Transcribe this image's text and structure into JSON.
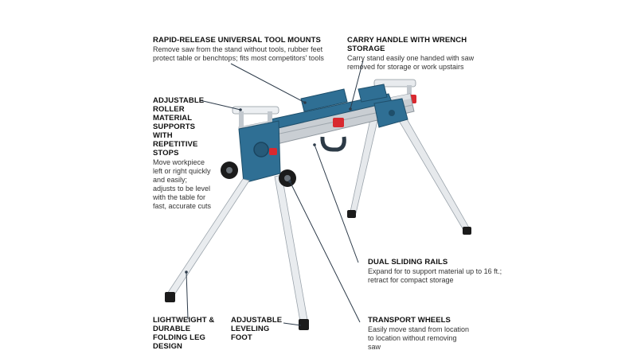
{
  "callouts": {
    "mounts": {
      "title": "RAPID-RELEASE UNIVERSAL TOOL MOUNTS",
      "body": "Remove saw from the stand without tools, rubber feet protect table or benchtops; fits most competitors' tools"
    },
    "handle": {
      "title": "CARRY HANDLE WITH WRENCH STORAGE",
      "body": "Carry stand easily one handed with saw removed for storage or work upstairs"
    },
    "rollers": {
      "title": "ADJUSTABLE ROLLER MATERIAL SUPPORTS WITH REPETITIVE STOPS",
      "body": "Move workpiece left or right quickly and easily; adjusts to be level with the table for fast, accurate cuts"
    },
    "rails": {
      "title": "DUAL SLIDING RAILS",
      "body": "Expand for to support material up to 16 ft.; retract for compact storage"
    },
    "wheels": {
      "title": "TRANSPORT WHEELS",
      "body": "Easily move stand from location to location without removing saw"
    },
    "legs": {
      "title": "LIGHTWEIGHT & DURABLE FOLDING LEG DESIGN",
      "body": ""
    },
    "foot": {
      "title": "ADJUSTABLE LEVELING FOOT",
      "body": ""
    }
  },
  "colors": {
    "frame_blue": "#2f6f94",
    "rail_silver": "#c9ced3",
    "leg_white": "#e9ecef",
    "accent_red": "#d8292f",
    "foot_black": "#1b1b1b",
    "leader_line": "#2d3b4a"
  }
}
